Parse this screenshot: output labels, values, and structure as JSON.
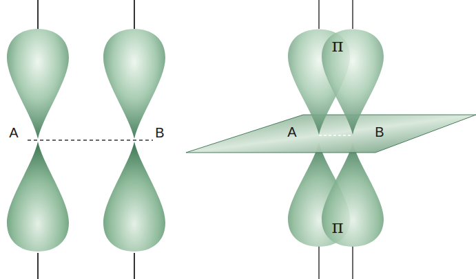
{
  "diagram": {
    "labels": [
      "A",
      "B",
      "A",
      "B",
      "π",
      "π"
    ]
  }
}
